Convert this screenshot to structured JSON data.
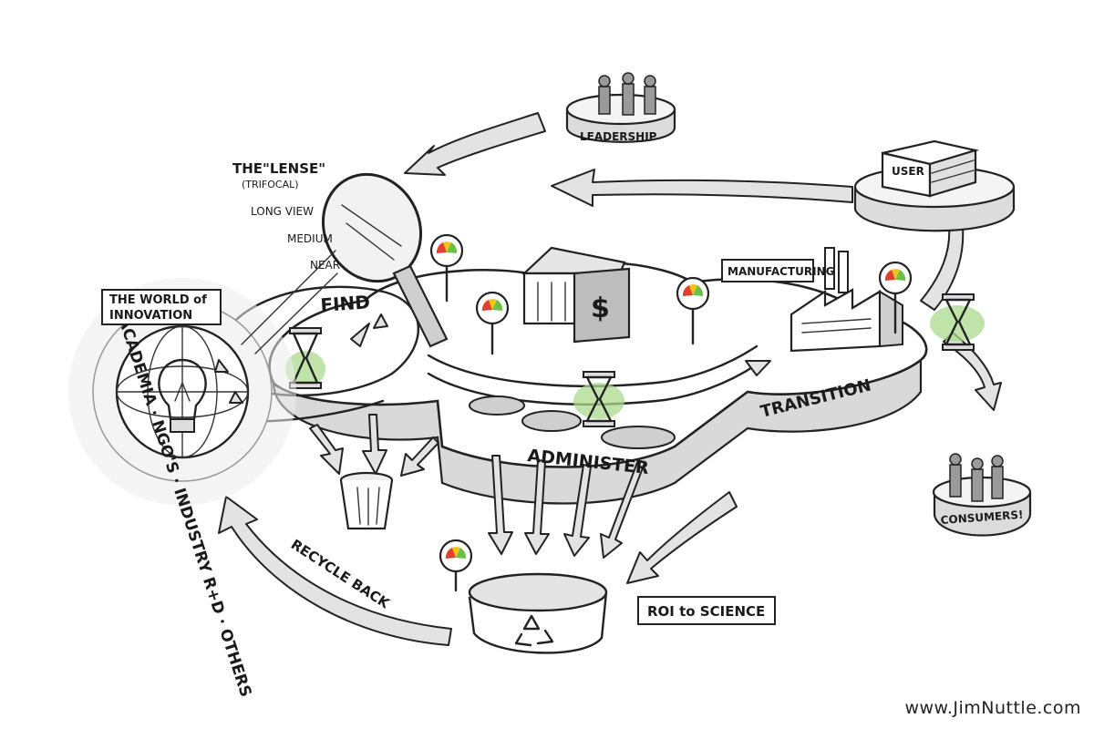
{
  "labels": {
    "lense_title": "THE\"LENSE\"",
    "lense_sub": "(TRIFOCAL)",
    "long_view": "LONG VIEW",
    "medium": "MEDIUM",
    "near": "NEAR",
    "world_line1": "THE WORLD of",
    "world_line2": "INNOVATION",
    "ring_text": "ACADEMIA · NGO'S · INDUSTRY R+D · OTHERS",
    "find": "FIND",
    "administer": "ADMINISTER",
    "transition": "TRANSITION",
    "manufacturing": "MANUFACTURING",
    "leadership": "LEADERSHIP",
    "user": "USER",
    "consumers": "CONSUMERS!",
    "recycle_back": "RECYCLE BACK",
    "roi": "ROI to SCIENCE",
    "dollar": "$"
  },
  "credit": "www.JimNuttle.com",
  "colors": {
    "gauge_red": "#e2402f",
    "gauge_yellow": "#f3c317",
    "gauge_green": "#6cc04a",
    "glow_green": "#a9d98b"
  },
  "icons": [
    "magnifying-glass-icon",
    "lightbulb-icon",
    "hourglass-icon",
    "bank-building-icon",
    "factory-icon",
    "trash-can-icon",
    "recycle-icon",
    "gauge-icon",
    "gear-icon",
    "people-icon",
    "box-icon"
  ]
}
